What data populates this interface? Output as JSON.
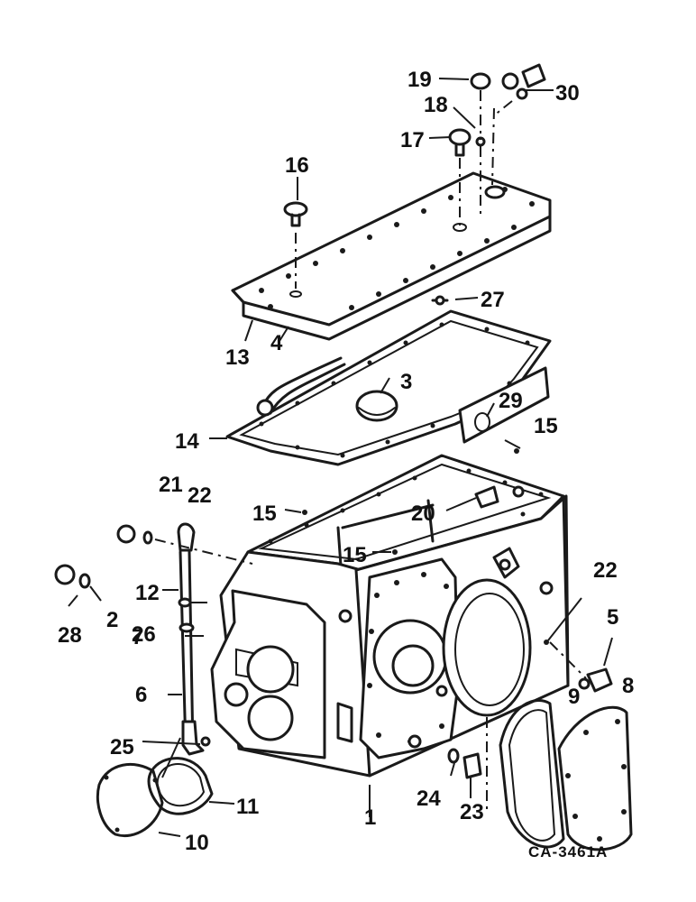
{
  "figure_id": "CA-3461A",
  "callouts": {
    "c1": "1",
    "c2": "2",
    "c3": "3",
    "c4": "4",
    "c5": "5",
    "c6": "6",
    "c7": "7",
    "c8": "8",
    "c9": "9",
    "c10": "10",
    "c11": "11",
    "c12": "12",
    "c13": "13",
    "c14": "14",
    "c15a": "15",
    "c15b": "15",
    "c15c": "15",
    "c16": "16",
    "c17": "17",
    "c18": "18",
    "c19": "19",
    "c20": "20",
    "c21": "21",
    "c22a": "22",
    "c22b": "22",
    "c23": "23",
    "c24": "24",
    "c25": "25",
    "c26": "26",
    "c27": "27",
    "c28": "28",
    "c29": "29",
    "c30": "30"
  }
}
